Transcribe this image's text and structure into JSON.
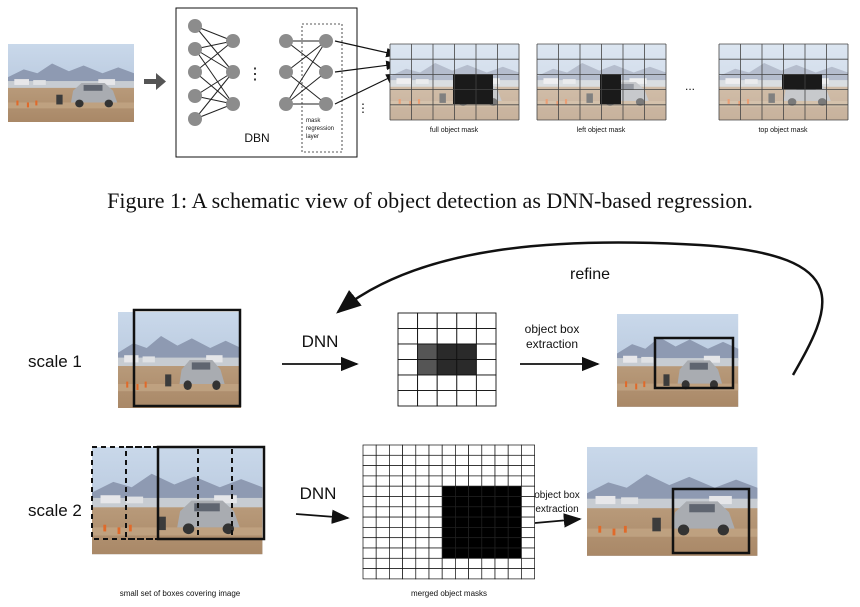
{
  "figure1": {
    "caption": "Figure 1:  A schematic view of object detection as DNN-based regression.",
    "dbn_label": "DBN",
    "regression_label": [
      "mask",
      "regression",
      "layer"
    ],
    "mask_labels": [
      "full object mask",
      "left object mask",
      "top object mask"
    ],
    "ellipsis_vertical": "⋮",
    "ellipsis_horizontal": "..."
  },
  "figure2": {
    "refine_label": "refine",
    "scale1": {
      "label": "scale 1",
      "dnn_label": "DNN",
      "extraction_label": [
        "object box",
        "extraction"
      ],
      "mask_dark_cells": [
        [
          2,
          1,
          "#555"
        ],
        [
          2,
          2,
          "#2a2a2a"
        ],
        [
          3,
          1,
          "#555"
        ],
        [
          3,
          2,
          "#2a2a2a"
        ],
        [
          3,
          3,
          "#2a2a2a"
        ],
        [
          2,
          3,
          "#2a2a2a"
        ]
      ]
    },
    "scale2": {
      "label": "scale 2",
      "dnn_label": "DNN",
      "extraction_label": [
        "object box",
        "extraction"
      ],
      "left_caption": "small set of boxes covering image",
      "mask_caption": "merged object masks"
    }
  },
  "colors": {
    "sky": "#b9cbe0",
    "mountain": "#8a97b0",
    "ground": "#b99a78",
    "car": "#a6a9ae",
    "node": "#8c8c8c"
  }
}
